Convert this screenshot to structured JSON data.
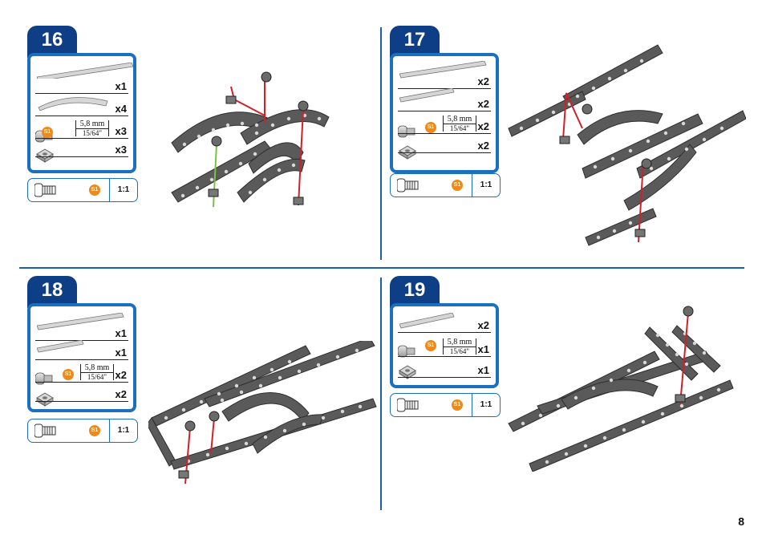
{
  "page_number": "8",
  "steps": [
    {
      "number": "16",
      "parts": [
        {
          "kind": "long-strip",
          "qty": "x1"
        },
        {
          "kind": "curved-strip",
          "qty": "x4"
        },
        {
          "kind": "screw",
          "badge": "S1",
          "size_mm": "5,8 mm",
          "size_in": "15/64\"",
          "qty": "x3"
        },
        {
          "kind": "nut",
          "qty": "x3"
        }
      ],
      "tool": {
        "badge": "S1",
        "scale": "1:1"
      }
    },
    {
      "number": "17",
      "parts": [
        {
          "kind": "long-strip",
          "qty": "x2"
        },
        {
          "kind": "short-strip",
          "qty": "x2"
        },
        {
          "kind": "screw",
          "badge": "S1",
          "size_mm": "5,8 mm",
          "size_in": "15/64\"",
          "qty": "x2"
        },
        {
          "kind": "nut",
          "qty": "x2"
        }
      ],
      "tool": {
        "badge": "S1",
        "scale": "1:1"
      }
    },
    {
      "number": "18",
      "parts": [
        {
          "kind": "long-strip",
          "qty": "x1"
        },
        {
          "kind": "short-strip",
          "qty": "x1"
        },
        {
          "kind": "screw",
          "badge": "S1",
          "size_mm": "5,8 mm",
          "size_in": "15/64\"",
          "qty": "x2"
        },
        {
          "kind": "nut",
          "qty": "x2"
        }
      ],
      "tool": {
        "badge": "S1",
        "scale": "1:1"
      }
    },
    {
      "number": "19",
      "parts": [
        {
          "kind": "long-strip",
          "qty": "x2"
        },
        {
          "kind": "screw",
          "badge": "S1",
          "size_mm": "5,8 mm",
          "size_in": "15/64\"",
          "qty": "x1"
        },
        {
          "kind": "nut",
          "qty": "x1"
        }
      ],
      "tool": {
        "badge": "S1",
        "scale": "1:1"
      }
    }
  ]
}
